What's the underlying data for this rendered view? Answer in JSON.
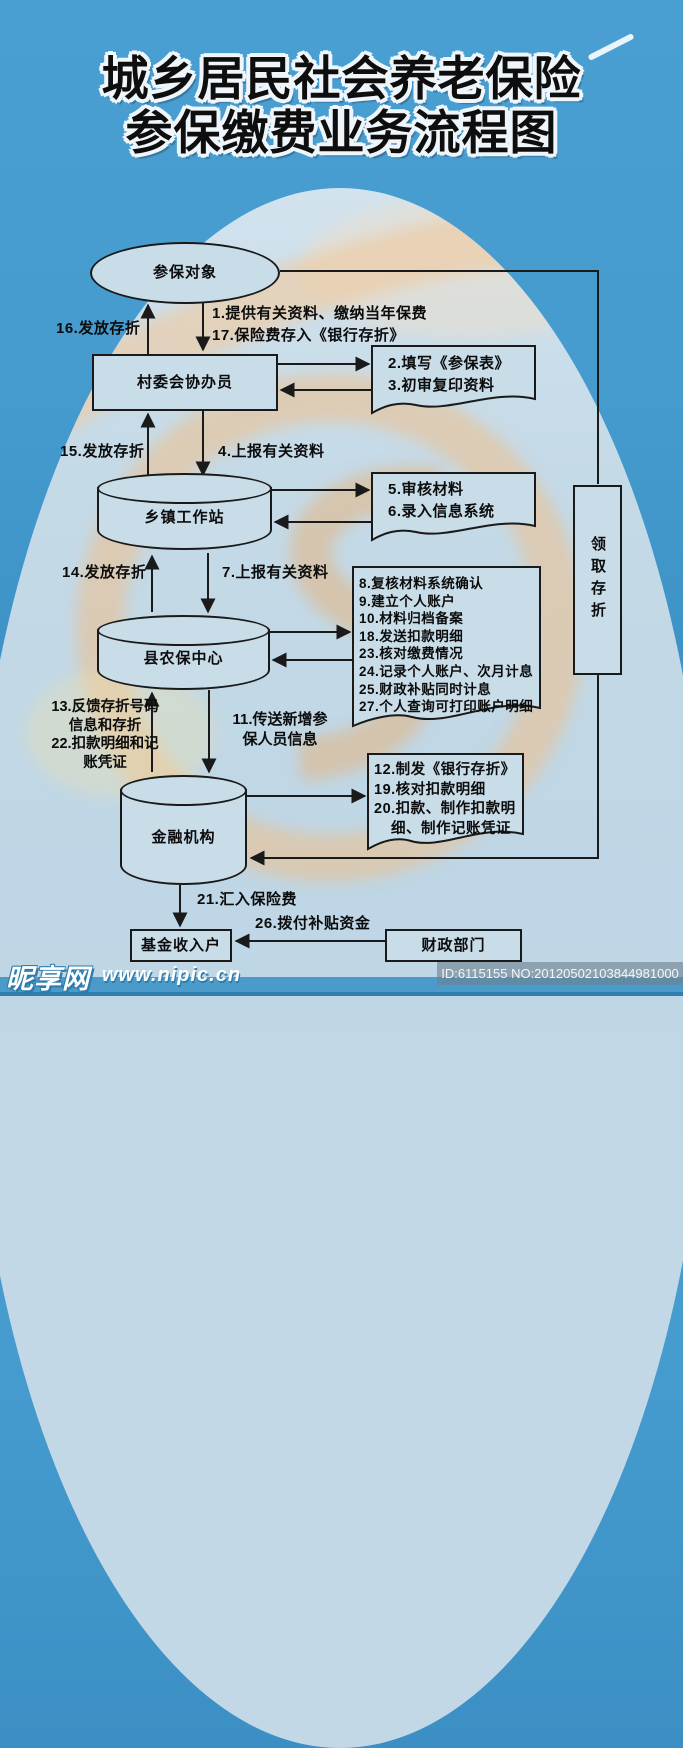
{
  "title": {
    "line1": "城乡居民社会养老保险",
    "line2": "参保缴费业务流程图"
  },
  "nodes": {
    "object": "参保对象",
    "village": "村委会协办员",
    "town": "乡镇工作站",
    "county": "县农保中心",
    "bank": "金融机构",
    "fund": "基金收入户",
    "finance": "财政部门",
    "passbook": "领取存折"
  },
  "documents": {
    "doc_fill": [
      "2.填写《参保表》",
      "3.初审复印资料"
    ],
    "doc_review": [
      "5.审核材料",
      "6.录入信息系统"
    ],
    "doc_process": [
      "8.复核材料系统确认",
      "9.建立个人账户",
      "10.材料归档备案",
      "18.发送扣款明细",
      "23.核对缴费情况",
      "24.记录个人账户、次月计息",
      "25.财政补贴同时计息",
      "27.个人查询可打印账户明细"
    ],
    "doc_bank": [
      "12.制发《银行存折》",
      "19.核对扣款明细",
      "20.扣款、制作扣款明",
      "细、制作记账凭证"
    ]
  },
  "labels": {
    "l1": "1.提供有关资料、缴纳当年保费",
    "l17": "17.保险费存入《银行存折》",
    "l16": "16.发放存折",
    "l15": "15.发放存折",
    "l4": "4.上报有关资料",
    "l14": "14.发放存折",
    "l7": "7.上报有关资料",
    "l13a": "13.反馈存折号码",
    "l13b": "信息和存折",
    "l22a": "22.扣款明细和记",
    "l22b": "账凭证",
    "l11a": "11.传送新增参",
    "l11b": "保人员信息",
    "l21": "21.汇入保险费",
    "l26": "26.拨付补贴资金"
  },
  "watermark": {
    "site_name": "昵享网",
    "site_url": "www.nipic.cn",
    "id_text": "ID:6115155 NO:20120502103844981000"
  },
  "colors": {
    "background_blue": "#459bce",
    "panel_blue": "#c5dae7",
    "node_fill": "#c9dde9",
    "line_black": "#1a1a1a",
    "logo_orange": "#eec08a"
  }
}
